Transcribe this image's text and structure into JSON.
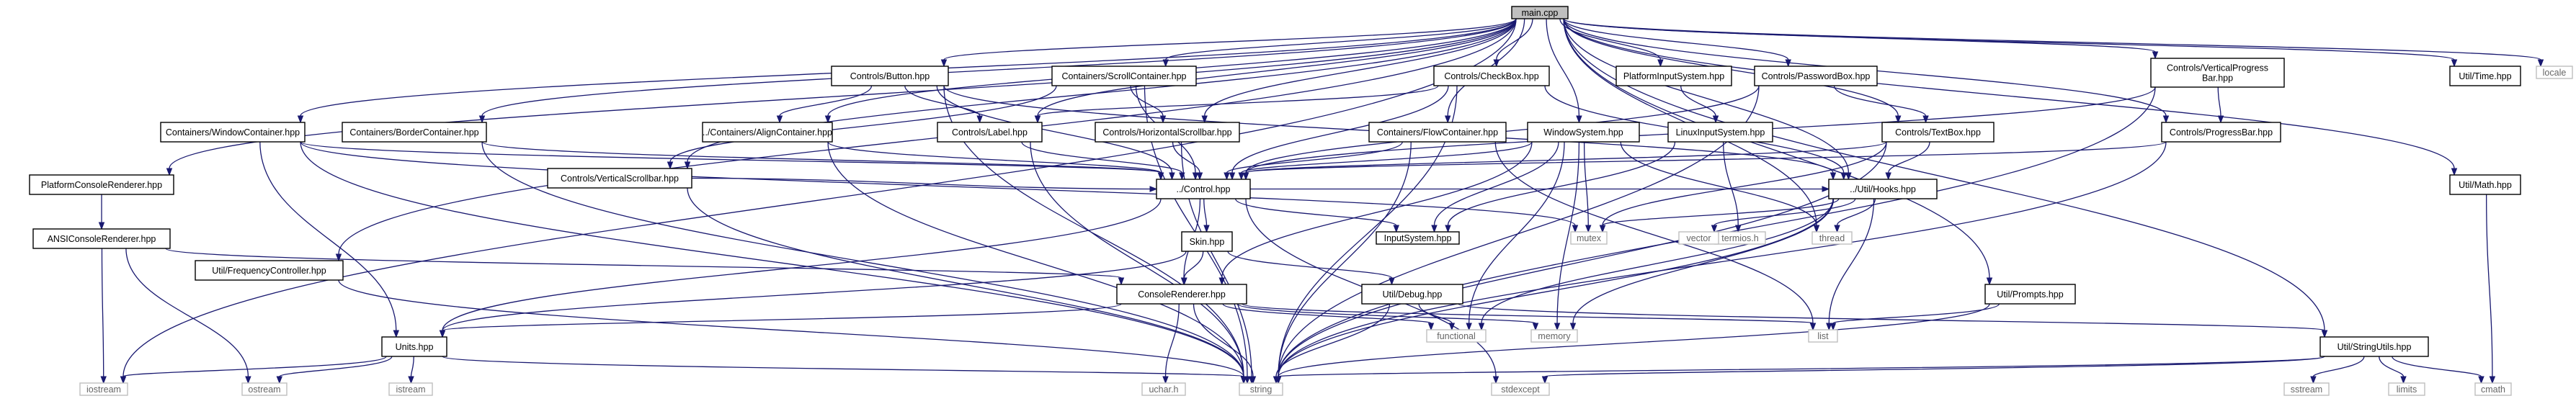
{
  "diagram": {
    "type": "include-dependency-graph",
    "colors": {
      "edge": "#191970",
      "root_fill": "#bfbfbf",
      "node_border": "#000000",
      "system_header_border": "#bfbfbf",
      "system_header_text": "#666666"
    },
    "nodes": [
      {
        "id": "main",
        "label": [
          "main.cpp"
        ],
        "kind": "root"
      },
      {
        "id": "iostream",
        "label": [
          "iostream"
        ],
        "kind": "system"
      },
      {
        "id": "pcr",
        "label": [
          "PlatformConsoleRenderer.hpp"
        ],
        "kind": "header"
      },
      {
        "id": "fc",
        "label": [
          "Util/FrequencyController.hpp"
        ],
        "kind": "header"
      },
      {
        "id": "wc",
        "label": [
          "Containers/WindowContainer.hpp"
        ],
        "kind": "header"
      },
      {
        "id": "bc",
        "label": [
          "Containers/BorderContainer.hpp"
        ],
        "kind": "header"
      },
      {
        "id": "vs",
        "label": [
          "Controls/VerticalScrollbar.hpp"
        ],
        "kind": "header"
      },
      {
        "id": "btn",
        "label": [
          "Controls/Button.hpp"
        ],
        "kind": "header"
      },
      {
        "id": "ac",
        "label": [
          "../Containers/AlignContainer.hpp"
        ],
        "kind": "header"
      },
      {
        "id": "lbl",
        "label": [
          "Controls/Label.hpp"
        ],
        "kind": "header"
      },
      {
        "id": "sc",
        "label": [
          "Containers/ScrollContainer.hpp"
        ],
        "kind": "header"
      },
      {
        "id": "hs",
        "label": [
          "Controls/HorizontalScrollbar.hpp"
        ],
        "kind": "header"
      },
      {
        "id": "cb",
        "label": [
          "Controls/CheckBox.hpp"
        ],
        "kind": "header"
      },
      {
        "id": "flc",
        "label": [
          "Containers/FlowContainer.hpp"
        ],
        "kind": "header"
      },
      {
        "id": "ws",
        "label": [
          "WindowSystem.hpp"
        ],
        "kind": "header"
      },
      {
        "id": "pis",
        "label": [
          "PlatformInputSystem.hpp"
        ],
        "kind": "header"
      },
      {
        "id": "lis",
        "label": [
          "LinuxInputSystem.hpp"
        ],
        "kind": "header"
      },
      {
        "id": "pb",
        "label": [
          "Controls/PasswordBox.hpp"
        ],
        "kind": "header"
      },
      {
        "id": "tb",
        "label": [
          "Controls/TextBox.hpp"
        ],
        "kind": "header"
      },
      {
        "id": "vpb",
        "label": [
          "Controls/VerticalProgress",
          "Bar.hpp"
        ],
        "kind": "header"
      },
      {
        "id": "pgb",
        "label": [
          "Controls/ProgressBar.hpp"
        ],
        "kind": "header"
      },
      {
        "id": "time",
        "label": [
          "Util/Time.hpp"
        ],
        "kind": "header"
      },
      {
        "id": "locale",
        "label": [
          "locale"
        ],
        "kind": "system"
      },
      {
        "id": "math",
        "label": [
          "Util/Math.hpp"
        ],
        "kind": "header"
      },
      {
        "id": "acr",
        "label": [
          "ANSIConsoleRenderer.hpp"
        ],
        "kind": "header"
      },
      {
        "id": "ctrl",
        "label": [
          "../Control.hpp"
        ],
        "kind": "header"
      },
      {
        "id": "hooks",
        "label": [
          "../Util/Hooks.hpp"
        ],
        "kind": "header"
      },
      {
        "id": "termios",
        "label": [
          "termios.h"
        ],
        "kind": "system"
      },
      {
        "id": "mutex",
        "label": [
          "mutex"
        ],
        "kind": "system"
      },
      {
        "id": "vector",
        "label": [
          "vector"
        ],
        "kind": "system"
      },
      {
        "id": "thread",
        "label": [
          "thread"
        ],
        "kind": "system"
      },
      {
        "id": "ish",
        "label": [
          "InputSystem.hpp"
        ],
        "kind": "header"
      },
      {
        "id": "skin",
        "label": [
          "Skin.hpp"
        ],
        "kind": "header"
      },
      {
        "id": "cr",
        "label": [
          "ConsoleRenderer.hpp"
        ],
        "kind": "header"
      },
      {
        "id": "dbg",
        "label": [
          "Util/Debug.hpp"
        ],
        "kind": "header"
      },
      {
        "id": "functional",
        "label": [
          "functional"
        ],
        "kind": "system"
      },
      {
        "id": "memory",
        "label": [
          "memory"
        ],
        "kind": "system"
      },
      {
        "id": "list",
        "label": [
          "list"
        ],
        "kind": "system"
      },
      {
        "id": "prompts",
        "label": [
          "Util/Prompts.hpp"
        ],
        "kind": "header"
      },
      {
        "id": "su",
        "label": [
          "Util/StringUtils.hpp"
        ],
        "kind": "header"
      },
      {
        "id": "units",
        "label": [
          "Units.hpp"
        ],
        "kind": "header"
      },
      {
        "id": "ucharh",
        "label": [
          "uchar.h"
        ],
        "kind": "system"
      },
      {
        "id": "ostream",
        "label": [
          "ostream"
        ],
        "kind": "system"
      },
      {
        "id": "istream",
        "label": [
          "istream"
        ],
        "kind": "system"
      },
      {
        "id": "string",
        "label": [
          "string"
        ],
        "kind": "system"
      },
      {
        "id": "stdexcept",
        "label": [
          "stdexcept"
        ],
        "kind": "system"
      },
      {
        "id": "sstream",
        "label": [
          "sstream"
        ],
        "kind": "system"
      },
      {
        "id": "limits",
        "label": [
          "limits"
        ],
        "kind": "system"
      },
      {
        "id": "cmath",
        "label": [
          "cmath"
        ],
        "kind": "system"
      }
    ],
    "edges": [
      [
        "main",
        "iostream"
      ],
      [
        "main",
        "pcr"
      ],
      [
        "main",
        "fc"
      ],
      [
        "main",
        "wc"
      ],
      [
        "main",
        "bc"
      ],
      [
        "main",
        "vs"
      ],
      [
        "main",
        "btn"
      ],
      [
        "main",
        "ac"
      ],
      [
        "main",
        "lbl"
      ],
      [
        "main",
        "sc"
      ],
      [
        "main",
        "hs"
      ],
      [
        "main",
        "cb"
      ],
      [
        "main",
        "flc"
      ],
      [
        "main",
        "ws"
      ],
      [
        "main",
        "pis"
      ],
      [
        "main",
        "pb"
      ],
      [
        "main",
        "tb"
      ],
      [
        "main",
        "vpb"
      ],
      [
        "main",
        "pgb"
      ],
      [
        "main",
        "time"
      ],
      [
        "main",
        "locale"
      ],
      [
        "main",
        "math"
      ],
      [
        "main",
        "hooks"
      ],
      [
        "main",
        "thread"
      ],
      [
        "main",
        "prompts"
      ],
      [
        "main",
        "su"
      ],
      [
        "pcr",
        "acr"
      ],
      [
        "acr",
        "cr"
      ],
      [
        "acr",
        "iostream"
      ],
      [
        "acr",
        "ostream"
      ],
      [
        "fc",
        "string"
      ],
      [
        "wc",
        "ctrl"
      ],
      [
        "wc",
        "units"
      ],
      [
        "wc",
        "mutex"
      ],
      [
        "wc",
        "string"
      ],
      [
        "bc",
        "ctrl"
      ],
      [
        "bc",
        "string"
      ],
      [
        "vs",
        "ctrl"
      ],
      [
        "vs",
        "string"
      ],
      [
        "btn",
        "lbl"
      ],
      [
        "btn",
        "ctrl"
      ],
      [
        "btn",
        "ac"
      ],
      [
        "btn",
        "string"
      ],
      [
        "btn",
        "hooks"
      ],
      [
        "ac",
        "ctrl"
      ],
      [
        "ac",
        "string"
      ],
      [
        "lbl",
        "ctrl"
      ],
      [
        "lbl",
        "string"
      ],
      [
        "sc",
        "ctrl"
      ],
      [
        "sc",
        "vs"
      ],
      [
        "sc",
        "hs"
      ],
      [
        "sc",
        "string"
      ],
      [
        "hs",
        "ctrl"
      ],
      [
        "hs",
        "string"
      ],
      [
        "cb",
        "lbl"
      ],
      [
        "cb",
        "ctrl"
      ],
      [
        "cb",
        "string"
      ],
      [
        "cb",
        "hooks"
      ],
      [
        "flc",
        "ctrl"
      ],
      [
        "flc",
        "list"
      ],
      [
        "flc",
        "string"
      ],
      [
        "ws",
        "ctrl"
      ],
      [
        "ws",
        "cr"
      ],
      [
        "ws",
        "mutex"
      ],
      [
        "ws",
        "thread"
      ],
      [
        "ws",
        "functional"
      ],
      [
        "ws",
        "memory"
      ],
      [
        "ws",
        "ish"
      ],
      [
        "pis",
        "lis"
      ],
      [
        "lis",
        "ish"
      ],
      [
        "lis",
        "termios"
      ],
      [
        "pb",
        "tb"
      ],
      [
        "pb",
        "ctrl"
      ],
      [
        "pb",
        "string"
      ],
      [
        "tb",
        "ctrl"
      ],
      [
        "tb",
        "hooks"
      ],
      [
        "tb",
        "string"
      ],
      [
        "tb",
        "mutex"
      ],
      [
        "vpb",
        "pgb"
      ],
      [
        "vpb",
        "ctrl"
      ],
      [
        "vpb",
        "string"
      ],
      [
        "pgb",
        "ctrl"
      ],
      [
        "pgb",
        "string"
      ],
      [
        "math",
        "cmath"
      ],
      [
        "ctrl",
        "hooks"
      ],
      [
        "ctrl",
        "ish"
      ],
      [
        "ctrl",
        "skin"
      ],
      [
        "ctrl",
        "cr"
      ],
      [
        "ctrl",
        "units"
      ],
      [
        "ctrl",
        "stdexcept"
      ],
      [
        "hooks",
        "mutex"
      ],
      [
        "hooks",
        "vector"
      ],
      [
        "hooks",
        "thread"
      ],
      [
        "hooks",
        "functional"
      ],
      [
        "hooks",
        "memory"
      ],
      [
        "hooks",
        "list"
      ],
      [
        "hooks",
        "string"
      ],
      [
        "skin",
        "cr"
      ],
      [
        "skin",
        "dbg"
      ],
      [
        "skin",
        "units"
      ],
      [
        "cr",
        "units"
      ],
      [
        "cr",
        "ucharh"
      ],
      [
        "cr",
        "string"
      ],
      [
        "cr",
        "functional"
      ],
      [
        "cr",
        "memory"
      ],
      [
        "cr",
        "list"
      ],
      [
        "dbg",
        "functional"
      ],
      [
        "dbg",
        "su"
      ],
      [
        "dbg",
        "string"
      ],
      [
        "prompts",
        "list"
      ],
      [
        "prompts",
        "string"
      ],
      [
        "su",
        "string"
      ],
      [
        "su",
        "sstream"
      ],
      [
        "su",
        "limits"
      ],
      [
        "su",
        "cmath"
      ],
      [
        "su",
        "stdexcept"
      ],
      [
        "units",
        "string"
      ],
      [
        "units",
        "iostream"
      ],
      [
        "units",
        "istream"
      ],
      [
        "units",
        "ostream"
      ]
    ]
  }
}
